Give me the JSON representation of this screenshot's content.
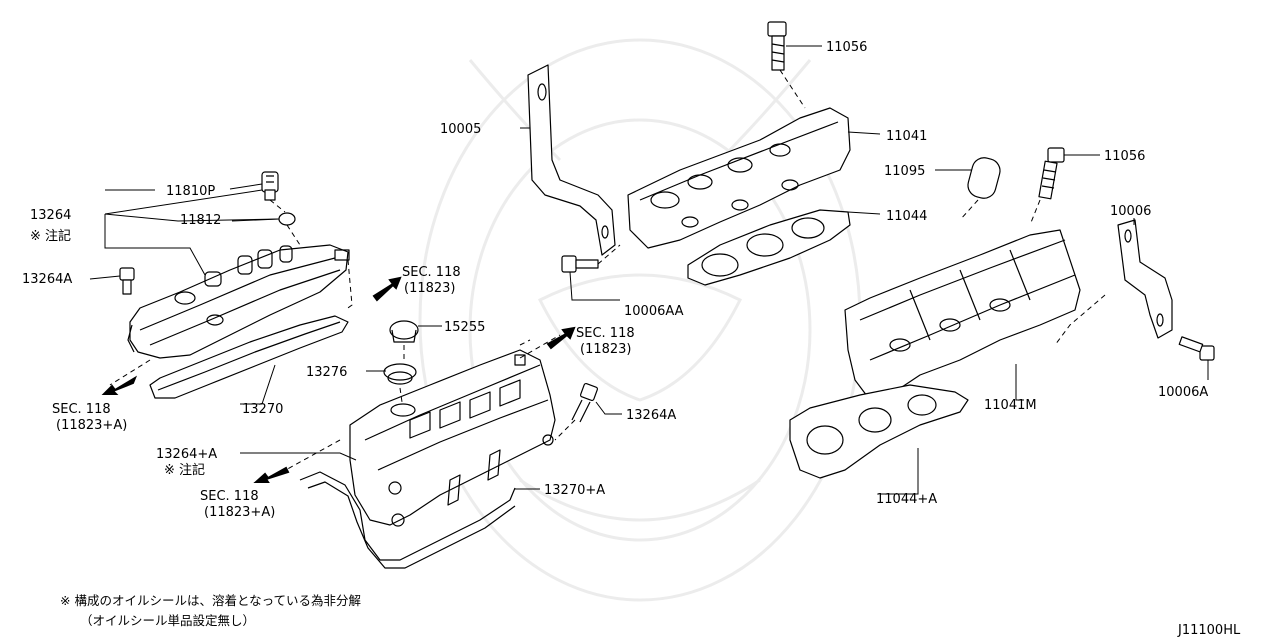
{
  "labels": {
    "p13264": "13264",
    "p13264_note": "※ 注記",
    "p11810P": "11810P",
    "p11812": "11812",
    "p13264A_left": "13264A",
    "sec118_top": "SEC. 118",
    "sec118_top_sub": "(11823)",
    "p13270": "13270",
    "sec118_left": "SEC. 118",
    "sec118_left_sub": "(11823+A)",
    "p10005": "10005",
    "p11056_top": "11056",
    "p11041": "11041",
    "p11044": "11044",
    "p10006AA": "10006AA",
    "p15255": "15255",
    "sec118_mid": "SEC. 118",
    "sec118_mid_sub": "(11823)",
    "p13276": "13276",
    "p13264A_mid": "13264A",
    "p13264pA": "13264+A",
    "p13264pA_note": "※ 注記",
    "sec118_bottom": "SEC. 118",
    "sec118_bottom_sub": "(11823+A)",
    "p13270pA": "13270+A",
    "p11095": "11095",
    "p11056_right": "11056",
    "p10006": "10006",
    "p11041M": "11041M",
    "p10006A": "10006A",
    "p11044pA": "11044+A"
  },
  "footnote": {
    "line1": "※ 構成のオイルシールは、溶着となっている為非分解",
    "line2": "（オイルシール単品設定無し）"
  },
  "diagram_code": "J11100HL"
}
